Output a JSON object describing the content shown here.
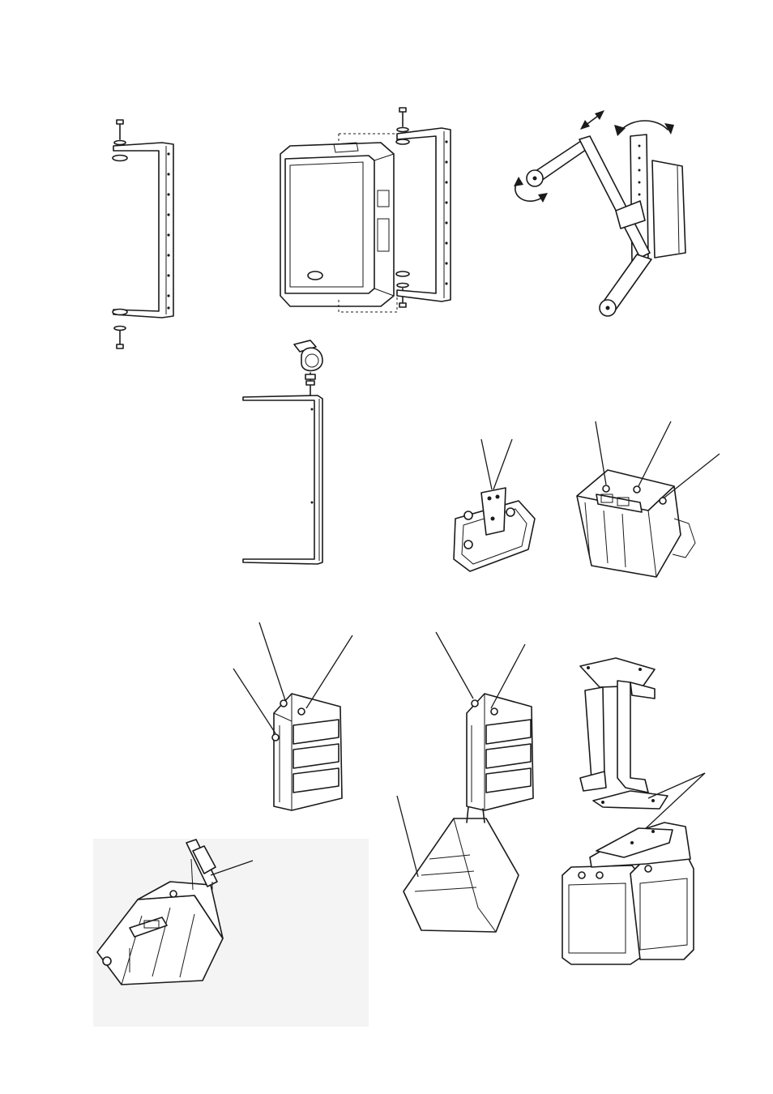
{
  "page": {
    "background": "#ffffff",
    "line_color": "#1a1a1a"
  },
  "figures": [
    {
      "id": "u-bracket-exploded",
      "icon": "wall-bracket-icon"
    },
    {
      "id": "speaker-with-u-bracket",
      "icon": "speaker-icon"
    },
    {
      "id": "adjustable-wall-mount",
      "icon": "tilt-pan-bracket-icon"
    },
    {
      "id": "truss-clamp-and-bracket",
      "icon": "clamp-icon"
    },
    {
      "id": "speaker-top-fitting-points",
      "icon": "speaker-icon"
    },
    {
      "id": "speaker-side-fitting-points",
      "icon": "speaker-icon"
    },
    {
      "id": "speaker-flying-points",
      "icon": "speaker-icon"
    },
    {
      "id": "speaker-array-linked",
      "icon": "speaker-array-icon"
    },
    {
      "id": "coupling-plates",
      "icon": "coupling-plate-icon"
    },
    {
      "id": "speaker-pole-adapter",
      "icon": "pole-adapter-icon"
    }
  ]
}
